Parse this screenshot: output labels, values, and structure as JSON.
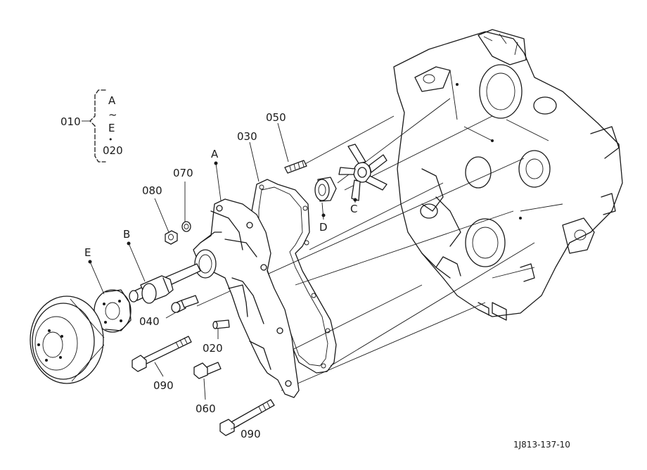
{
  "callouts": {
    "p010": "010",
    "range_start": "A",
    "range_sep": "~",
    "range_mid": "E",
    "range_dot": "•",
    "range_end": "020",
    "p050": "050",
    "p030": "030",
    "pA": "A",
    "p070": "070",
    "p080": "080",
    "pB": "B",
    "pD": "D",
    "pC": "C",
    "pE": "E",
    "p040": "040",
    "p020": "020",
    "p090a": "090",
    "p060": "060",
    "p090b": "090"
  },
  "drawing_ref": "1J813-137-10"
}
